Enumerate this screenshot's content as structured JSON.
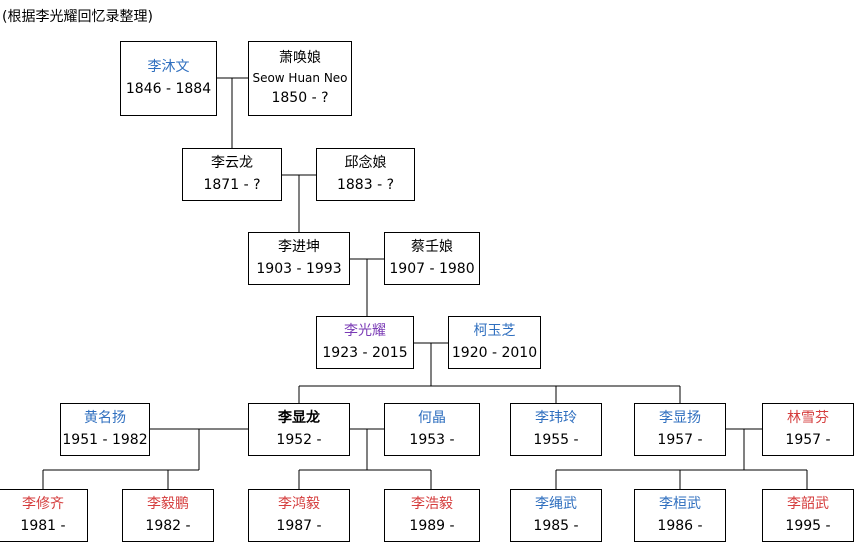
{
  "caption": "(根据李光耀回忆录整理)",
  "colors": {
    "blue": "#2f6fbf",
    "red": "#d53d3d",
    "purple": "#7a3bb5",
    "black": "#000000",
    "line": "#000000"
  },
  "people": {
    "li_muwen": {
      "name": "李沐文",
      "years": "1846 - 1884",
      "color": "blue"
    },
    "xiao_huanniang": {
      "name": "萧唤娘",
      "alt": "Seow Huan Neo",
      "years": "1850 - ?",
      "color": "black"
    },
    "li_yunlong": {
      "name": "李云龙",
      "years": "1871 - ?",
      "color": "black"
    },
    "qiu_nianniang": {
      "name": "邱念娘",
      "years": "1883 - ?",
      "color": "black"
    },
    "li_jinkun": {
      "name": "李进坤",
      "years": "1903 - 1993",
      "color": "black"
    },
    "cai_renniang": {
      "name": "蔡壬娘",
      "years": "1907 - 1980",
      "color": "black"
    },
    "li_guangyao": {
      "name": "李光耀",
      "years": "1923 - 2015",
      "color": "purple"
    },
    "ke_yuzhi": {
      "name": "柯玉芝",
      "years": "1920 - 2010",
      "color": "blue"
    },
    "huang_mingyang": {
      "name": "黄名扬",
      "years": "1951 - 1982",
      "color": "blue"
    },
    "li_xianlong": {
      "name": "李显龙",
      "years": "1952 -",
      "color": "black"
    },
    "he_jing": {
      "name": "何晶",
      "years": "1953 -",
      "color": "blue"
    },
    "li_weiling": {
      "name": "李玮玲",
      "years": "1955 -",
      "color": "blue"
    },
    "li_xianyang": {
      "name": "李显扬",
      "years": "1957 -",
      "color": "blue"
    },
    "lin_xuefen": {
      "name": "林雪芬",
      "years": "1957 -",
      "color": "red"
    },
    "li_xiuqi": {
      "name": "李修齐",
      "years": "1981 -",
      "color": "red"
    },
    "li_yipeng": {
      "name": "李毅鹏",
      "years": "1982 -",
      "color": "red"
    },
    "li_hongyi": {
      "name": "李鸿毅",
      "years": "1987 -",
      "color": "red"
    },
    "li_haoyi": {
      "name": "李浩毅",
      "years": "1989 -",
      "color": "red"
    },
    "li_shengwu": {
      "name": "李绳武",
      "years": "1985 -",
      "color": "blue"
    },
    "li_huanwu": {
      "name": "李桓武",
      "years": "1986 -",
      "color": "blue"
    },
    "li_shaowu": {
      "name": "李韶武",
      "years": "1995 -",
      "color": "red"
    }
  }
}
